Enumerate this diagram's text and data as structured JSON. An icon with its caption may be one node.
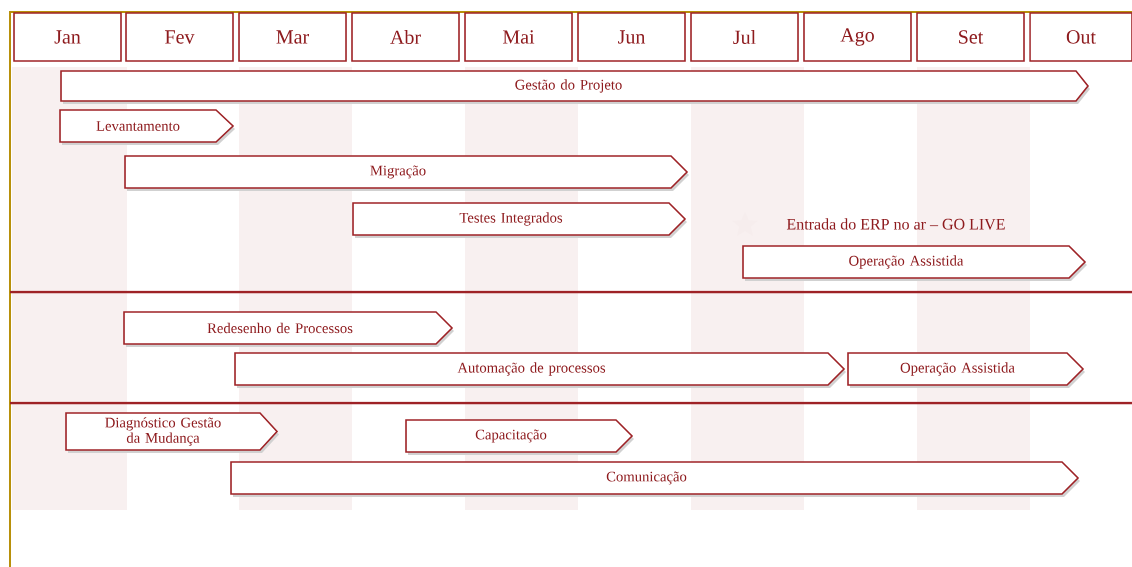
{
  "diagram": {
    "nodes": [
      {
        "text": [
          "Jan"
        ]
      },
      {
        "text": [
          "Fev"
        ]
      },
      {
        "text": [
          "Mar"
        ]
      },
      {
        "text": [
          "Abr"
        ]
      },
      {
        "text": [
          "Mai"
        ]
      },
      {
        "text": [
          "Jun"
        ]
      },
      {
        "text": [
          "Jul"
        ]
      },
      {
        "text": [
          "Ago"
        ]
      },
      {
        "text": [
          "Set"
        ]
      },
      {
        "text": [
          "Out"
        ]
      },
      {
        "text": [
          "Gestão do Projeto"
        ]
      },
      {
        "text": [
          "Levantamento"
        ]
      },
      {
        "text": [
          "Migração"
        ]
      },
      {
        "text": [
          "Testes Integrados"
        ]
      },
      {
        "text": [
          "Operação Assistida"
        ]
      },
      {
        "text": [
          "Redesenho de Processos"
        ]
      },
      {
        "text": [
          "Automação de processos"
        ]
      },
      {
        "text": [
          "Operação Assistida"
        ]
      },
      {
        "text": [
          "Diagnóstico Gestão da Mudança"
        ]
      },
      {
        "text": [
          "Capacitação"
        ]
      },
      {
        "text": [
          "Comunicação"
        ]
      }
    ],
    "labels": [
      "Entrada do ERP no ar – GO LIVE"
    ]
  }
}
